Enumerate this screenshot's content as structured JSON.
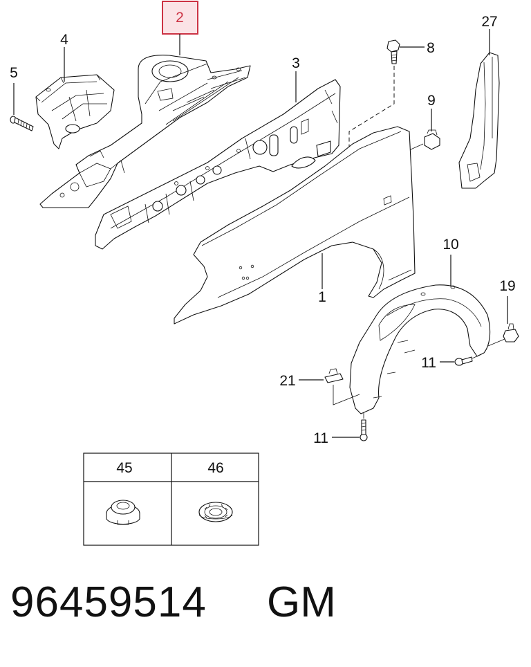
{
  "diagram": {
    "highlighted_callout": "2",
    "callouts": {
      "c1": "1",
      "c2": "2",
      "c3": "3",
      "c4": "4",
      "c5": "5",
      "c8": "8",
      "c9": "9",
      "c10": "10",
      "c11a": "11",
      "c11b": "11",
      "c19": "19",
      "c21": "21",
      "c27": "27"
    },
    "highlight_color": "#cc3344"
  },
  "parts_table": {
    "headers": [
      "45",
      "46"
    ]
  },
  "footer": {
    "part_number": "96459514",
    "brand": "GM"
  }
}
